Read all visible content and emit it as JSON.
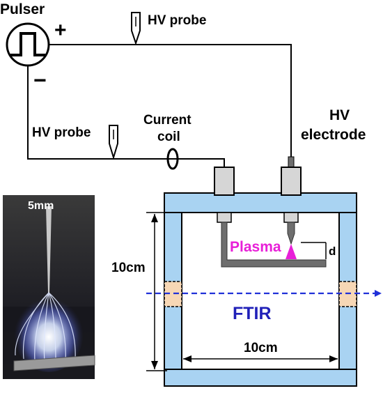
{
  "labels": {
    "pulser": "Pulser",
    "plus": "+",
    "minus": "−",
    "hv_probe_top": "HV probe",
    "hv_probe_left": "HV probe",
    "current_coil_line1": "Current",
    "current_coil_line2": "coil",
    "hv_electrode_line1": "HV",
    "hv_electrode_line2": "electrode",
    "plasma": "Plasma",
    "gap": "d",
    "ftir": "FTIR",
    "height_dim": "10cm",
    "width_dim": "10cm",
    "photo_scale": "5mm"
  },
  "colors": {
    "wire": "#000000",
    "chamber_fill": "#a9d3f2",
    "window_fill": "#f7d7b5",
    "plasma_text": "#e81fd8",
    "ftir_text": "#2020b8",
    "ftir_beam": "#2030d8",
    "electrode_gray": "#6e6e6e",
    "connector_fill": "#d6d6d6"
  },
  "icons": [
    "pulse-waveform-icon",
    "probe-icon",
    "coil-icon"
  ]
}
